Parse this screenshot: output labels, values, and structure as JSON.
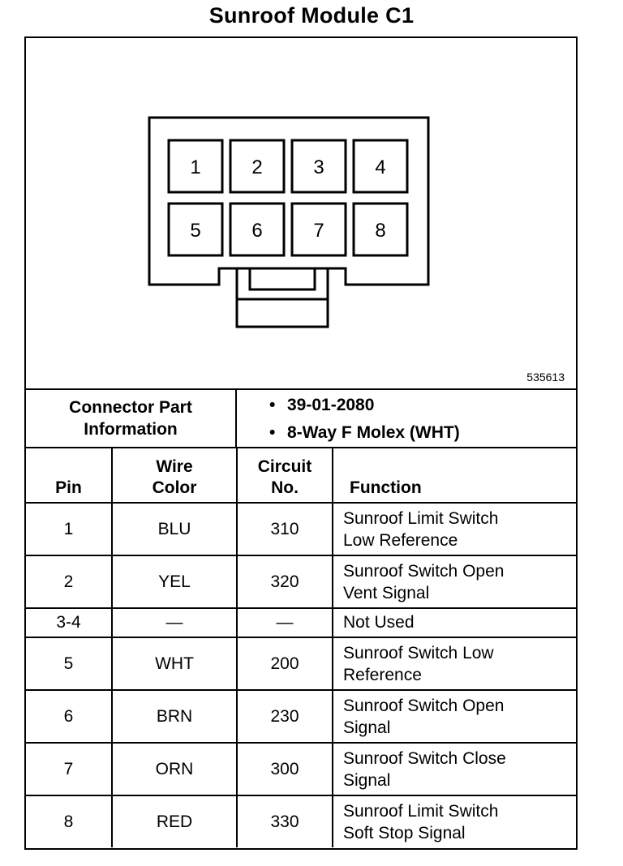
{
  "title": "Sunroof Module C1",
  "figure_id": "535613",
  "connector": {
    "pins_top": [
      "1",
      "2",
      "3",
      "4"
    ],
    "pins_bottom": [
      "5",
      "6",
      "7",
      "8"
    ]
  },
  "connector_info": {
    "label": "Connector Part\nInformation",
    "bullet": "•",
    "items": [
      "39-01-2080",
      "8-Way F Molex (WHT)"
    ]
  },
  "table": {
    "headers": {
      "pin": "Pin",
      "wire_color": "Wire\nColor",
      "circuit": "Circuit\nNo.",
      "function": "Function"
    },
    "rows": [
      {
        "pin": "1",
        "color": "BLU",
        "circuit": "310",
        "function": "Sunroof Limit Switch\nLow Reference"
      },
      {
        "pin": "2",
        "color": "YEL",
        "circuit": "320",
        "function": "Sunroof Switch Open\nVent Signal"
      },
      {
        "pin": "3-4",
        "color": "—",
        "circuit": "—",
        "function": "Not Used"
      },
      {
        "pin": "5",
        "color": "WHT",
        "circuit": "200",
        "function": "Sunroof Switch Low\nReference"
      },
      {
        "pin": "6",
        "color": "BRN",
        "circuit": "230",
        "function": "Sunroof Switch Open\nSignal"
      },
      {
        "pin": "7",
        "color": "ORN",
        "circuit": "300",
        "function": "Sunroof Switch Close\nSignal"
      },
      {
        "pin": "8",
        "color": "RED",
        "circuit": "330",
        "function": "Sunroof Limit Switch\nSoft Stop Signal"
      }
    ]
  }
}
